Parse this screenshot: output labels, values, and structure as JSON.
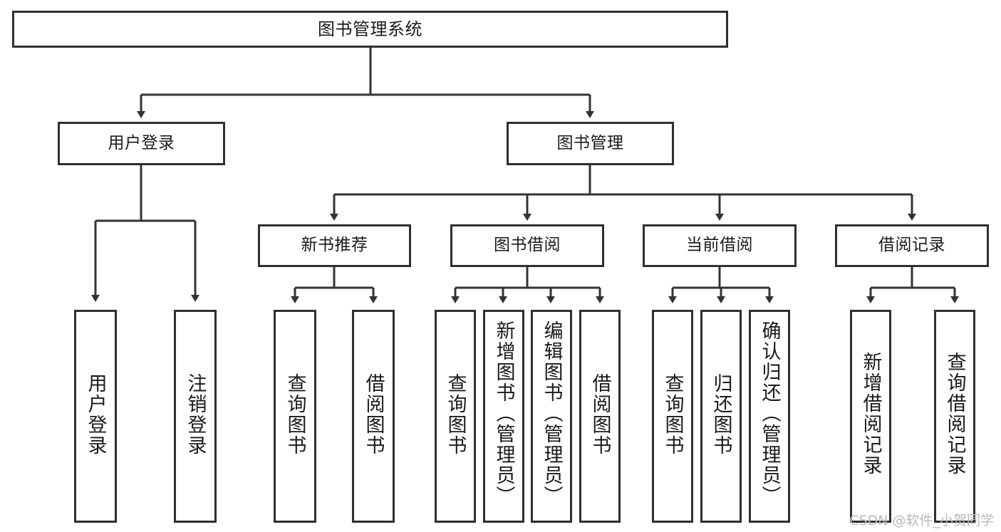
{
  "diagram": {
    "title": "图书管理系统",
    "watermark": "CSDN @软件_小贺同学",
    "line_color": "#333333",
    "box_border_color": "#2f2f2f",
    "background": "#ffffff",
    "levels": {
      "root": {
        "label": "图书管理系统"
      },
      "level2": [
        {
          "label": "用户登录"
        },
        {
          "label": "图书管理"
        }
      ],
      "level3": [
        {
          "label": "新书推荐"
        },
        {
          "label": "图书借阅"
        },
        {
          "label": "当前借阅"
        },
        {
          "label": "借阅记录"
        }
      ],
      "leaves": {
        "user_login": [
          {
            "label": "用户登录"
          },
          {
            "label": "注销登录"
          }
        ],
        "new_book_recommend": [
          {
            "label": "查询图书"
          },
          {
            "label": "借阅图书"
          }
        ],
        "book_borrow": [
          {
            "label": "查询图书"
          },
          {
            "label": "新增图书（管理员）"
          },
          {
            "label": "编辑图书（管理员）"
          },
          {
            "label": "借阅图书"
          }
        ],
        "current_borrow": [
          {
            "label": "查询图书"
          },
          {
            "label": "归还图书"
          },
          {
            "label": "确认归还（管理员）"
          }
        ],
        "borrow_record": [
          {
            "label": "新增借阅记录"
          },
          {
            "label": "查询借阅记录"
          }
        ]
      }
    }
  }
}
